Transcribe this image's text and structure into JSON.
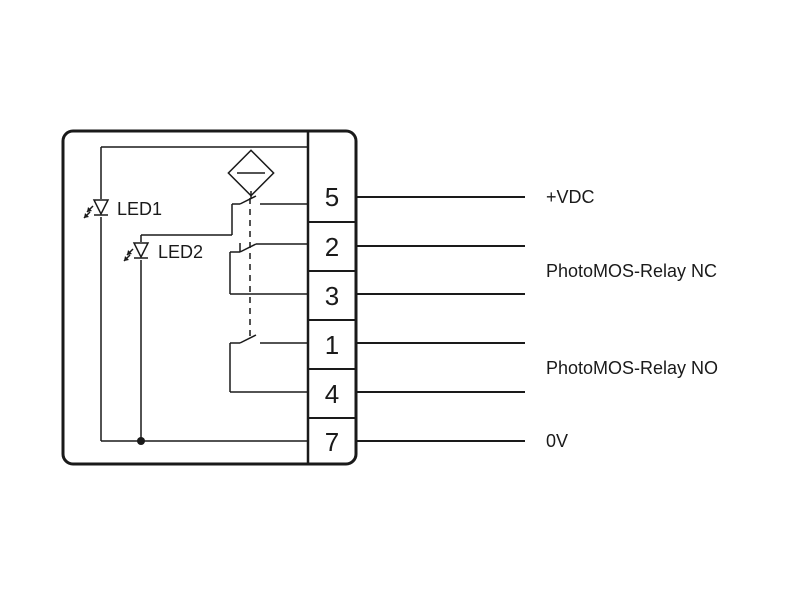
{
  "leds": [
    {
      "label": "LED1"
    },
    {
      "label": "LED2"
    }
  ],
  "terminals": [
    "5",
    "2",
    "3",
    "1",
    "4",
    "7"
  ],
  "outputs": [
    {
      "label": "+VDC"
    },
    {
      "label": "PhotoMOS-Relay NC"
    },
    {
      "label": "PhotoMOS-Relay NO"
    },
    {
      "label": "0V"
    }
  ],
  "colors": {
    "line": "#1a1a1a",
    "background": "#ffffff"
  }
}
